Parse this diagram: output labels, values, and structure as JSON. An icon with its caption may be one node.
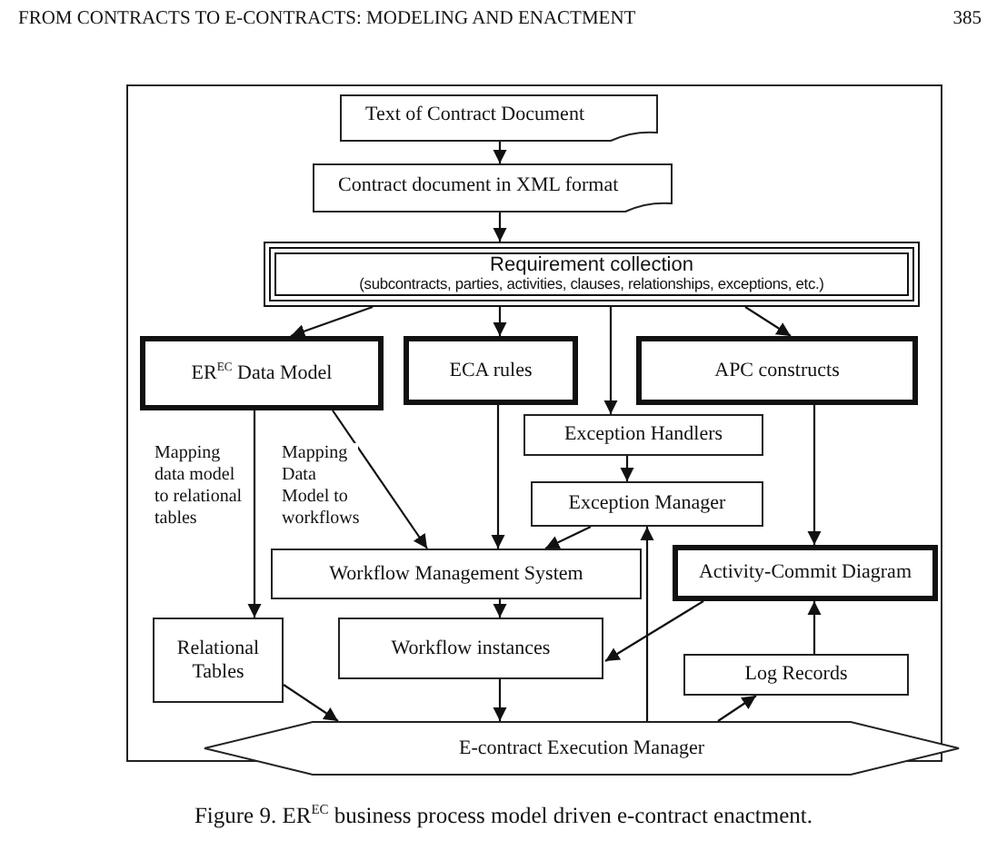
{
  "diagram": {
    "title": "FROM CONTRACTS TO E-CONTRACTS: MODELING AND ENACTMENT",
    "caption": "Figure 9. ER$^{EC}$ business process model driven e-contract enactment.",
    "nodes": [
      {
        "text": [
          "Text of Contract Document"
        ]
      },
      {
        "text": [
          "Contract document in XML format"
        ]
      },
      {
        "text": [
          "Requirement collection",
          "(subcontracts, parties, activities, clauses, relationships, exceptions, etc.)"
        ]
      },
      {
        "text": [
          "ER$^{EC}$ Data Model"
        ]
      },
      {
        "text": [
          "ECA rules"
        ]
      },
      {
        "text": [
          "APC constructs"
        ]
      },
      {
        "text": [
          "Exception Handlers"
        ]
      },
      {
        "text": [
          "Exception Manager"
        ]
      },
      {
        "text": [
          "Workflow Management System"
        ]
      },
      {
        "text": [
          "Relational Tables"
        ]
      },
      {
        "text": [
          "Activity-Commit Diagram"
        ]
      },
      {
        "text": [
          "Workflow instances"
        ]
      },
      {
        "text": [
          "E-contract Execution Manager"
        ]
      },
      {
        "text": [
          "Log Records"
        ]
      }
    ],
    "edges": [
      {
        "from": 0,
        "to": 1,
        "arrow": "to"
      },
      {
        "from": 1,
        "to": 2,
        "arrow": "to"
      },
      {
        "from": 2,
        "to": 3,
        "arrow": "to"
      },
      {
        "from": 2,
        "to": 4,
        "arrow": "to"
      },
      {
        "from": 2,
        "to": 5,
        "arrow": "to"
      },
      {
        "from": 2,
        "to": 6,
        "arrow": "to"
      },
      {
        "from": 6,
        "to": 7,
        "arrow": "to"
      },
      {
        "from": 7,
        "to": 8,
        "arrow": "to"
      },
      {
        "from": 3,
        "to": 8,
        "arrow": "to",
        "label": "Mapping Data Model to workflows"
      },
      {
        "from": 4,
        "to": 8,
        "arrow": "to"
      },
      {
        "from": 3,
        "to": 9,
        "arrow": "to",
        "label": "Mapping data model to relational tables"
      },
      {
        "from": 5,
        "to": 10,
        "arrow": "to"
      },
      {
        "from": 8,
        "to": 11,
        "arrow": "to"
      },
      {
        "from": 10,
        "to": 11,
        "arrow": "to"
      },
      {
        "from": 11,
        "to": 12,
        "arrow": "to"
      },
      {
        "from": 9,
        "to": 12,
        "arrow": "to"
      },
      {
        "from": 12,
        "to": 13,
        "arrow": "to"
      },
      {
        "from": 13,
        "to": 10,
        "arrow": "to"
      },
      {
        "from": 12,
        "to": 7,
        "arrow": "to"
      }
    ],
    "labels": [
      "385"
    ]
  }
}
